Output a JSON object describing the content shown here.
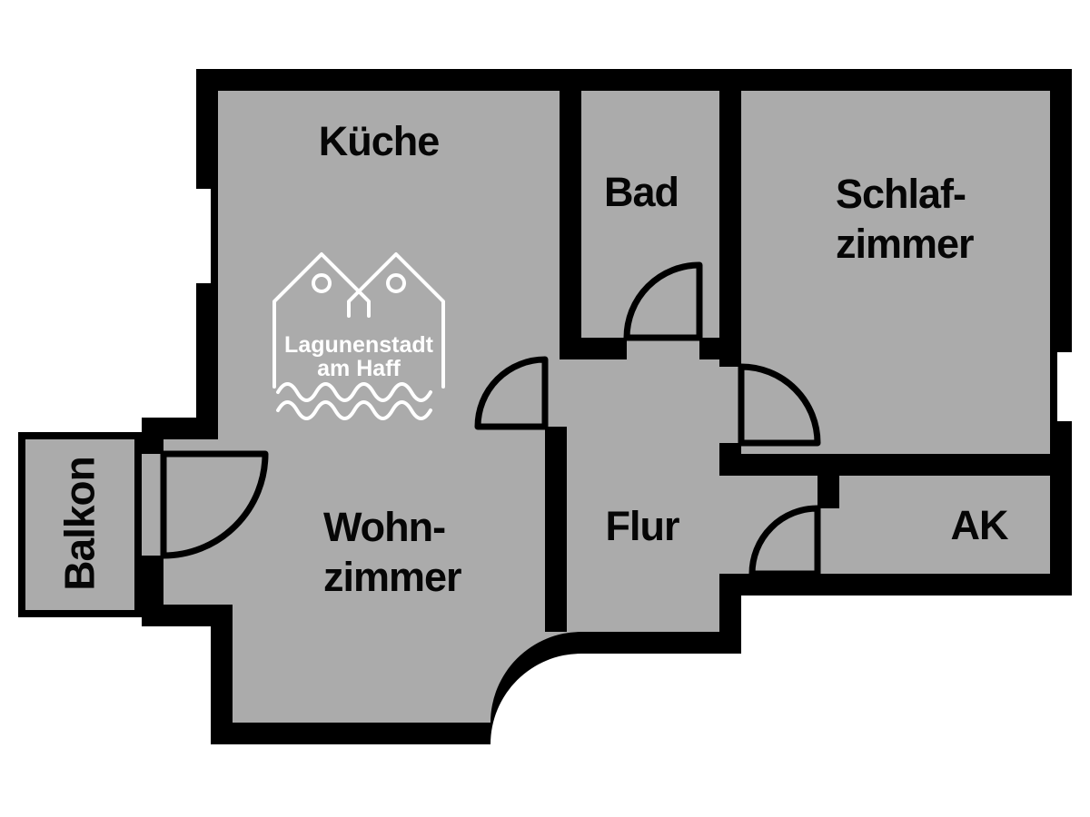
{
  "plan": {
    "colors": {
      "background": "#ffffff",
      "floor": "#ababab",
      "wall": "#000000",
      "label": "#060606",
      "logo": "#ffffff"
    },
    "rooms": {
      "kueche": {
        "label": "Küche"
      },
      "bad": {
        "label": "Bad"
      },
      "schlafzimmer": {
        "line1": "Schlaf-",
        "line2": "zimmer"
      },
      "wohnzimmer": {
        "line1": "Wohn-",
        "line2": "zimmer"
      },
      "flur": {
        "label": "Flur"
      },
      "abstellkammer": {
        "label": "AK"
      },
      "balkon": {
        "label": "Balkon"
      }
    },
    "logo": {
      "line1": "Lagunenstadt",
      "line2": "am Haff"
    }
  }
}
